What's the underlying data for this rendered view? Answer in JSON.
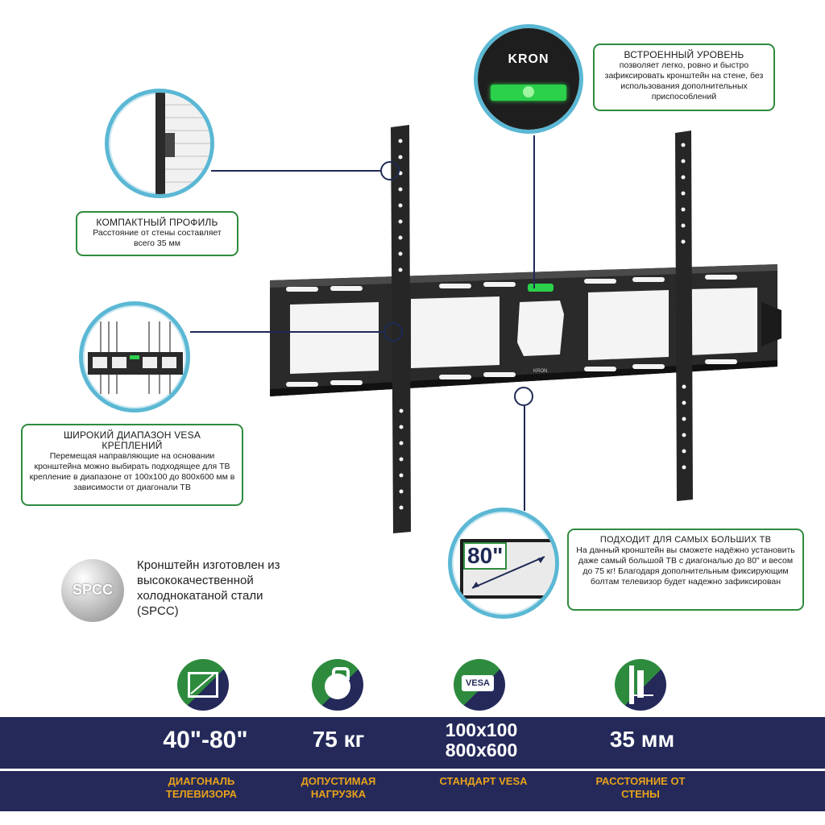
{
  "brand": {
    "logo_text": "KRON"
  },
  "callouts": {
    "level": {
      "title": "ВСТРОЕННЫЙ УРОВЕНЬ",
      "body": "позволяет легко, ровно и быстро зафиксировать кронштейн на стене, без использования дополнительных приспособлений"
    },
    "profile": {
      "title": "КОМПАКТНЫЙ ПРОФИЛЬ",
      "body": "Расстояние от стены составляет всего 35 мм"
    },
    "vesa": {
      "title": "ШИРОКИЙ ДИАПАЗОН VESA КРЕПЛЕНИЙ",
      "body": "Перемещая направляющие на основании кронштейна можно выбирать подходящее для ТВ крепление в диапазоне от 100х100 до 800х600 мм в зависимости от диагонали ТВ"
    },
    "big_tv": {
      "title": "ПОДХОДИТ ДЛЯ САМЫХ БОЛЬШИХ ТВ",
      "body": "На данный кронштейн вы сможете надёжно установить даже самый большой ТВ с диагональю до 80\" и весом до 75 кг! Благодаря дополнительным фиксирующим болтам телевизор будет надежно зафиксирован"
    }
  },
  "tv_badge": "80\"",
  "material": {
    "badge": "SPCC",
    "text": "Кронштейн изготовлен из высококачественной холоднокатаной стали (SPCC)"
  },
  "specs": [
    {
      "value": "40\"-80\"",
      "label": "ДИАГОНАЛЬ ТЕЛЕВИЗОРА",
      "icon": "diagonal-icon"
    },
    {
      "value": "75 кг",
      "label": "ДОПУСТИМАЯ НАГРУЗКА",
      "icon": "weight-icon"
    },
    {
      "value": "100x100 800x600",
      "label": "СТАНДАРТ VESA",
      "icon": "vesa-icon",
      "icon_text": "VESA"
    },
    {
      "value": "35 мм",
      "label": "РАССТОЯНИЕ ОТ СТЕНЫ",
      "icon": "wall-distance-icon"
    }
  ],
  "colors": {
    "navy": "#24295a",
    "green": "#2e8b3e",
    "orange": "#e8a21a",
    "cyan": "#5bb8d4"
  }
}
